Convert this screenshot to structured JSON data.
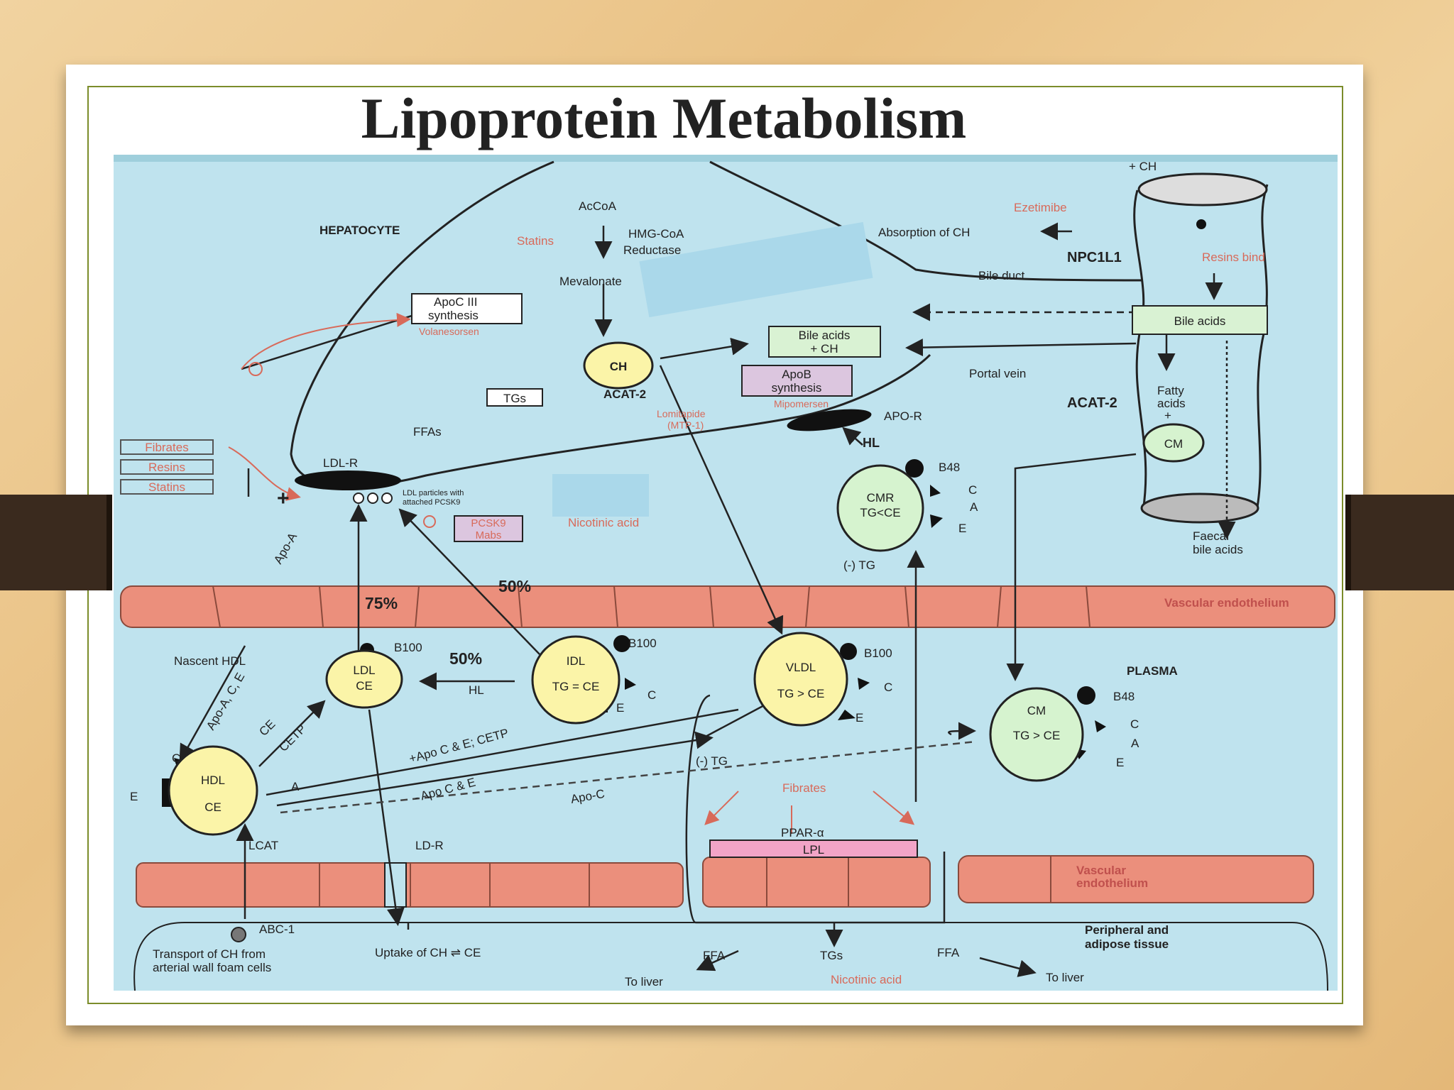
{
  "title": "Lipoprotein Metabolism",
  "colors": {
    "diagram_bg": "#bfe3ee",
    "endothelium": "#eb8f7c",
    "yellow_node": "#fbf4a8",
    "green_node": "#d6f3cf",
    "box_green": "#d9f2d3",
    "box_purple": "#dcc6df",
    "box_pink": "#f2a4c7",
    "highlight_blue": "#aad8ea",
    "red_text": "#d86a5a"
  },
  "diagram": {
    "hepatocyte": "HEPATOCYTE",
    "acoa": "AcCoA",
    "hmg_coa": "HMG-CoA",
    "reductase": "Reductase",
    "statins_drug": "Statins",
    "mevalonate": "Mevalonate",
    "apoc3_line1": "ApoC III",
    "apoc3_line2": "synthesis",
    "volanesorsen": "Volanesorsen",
    "ch": "CH",
    "acat2": "ACAT-2",
    "tgs": "TGs",
    "ffas": "FFAs",
    "bile_ch_line1": "Bile acids",
    "bile_ch_line2": "+ CH",
    "apob_line1": "ApoB",
    "apob_line2": "synthesis",
    "mipomersen": "Mipomersen",
    "lomitapide": "Lomitapide",
    "mtp1": "(MTP-1)",
    "ezetimibe": "Ezetimibe",
    "absorption_ch": "Absorption of CH",
    "npc1l1": "NPC1L1",
    "bile_duct": "Bile duct",
    "plus_ch": "+ CH",
    "resins_bind": "Resins bind",
    "bile_acids": "Bile acids",
    "portal_vein": "Portal vein",
    "acat2_intestine": "ACAT-2",
    "fatty_acids_line1": "Fatty",
    "fatty_acids_line2": "acids",
    "fatty_plus": "+",
    "cm": "CM",
    "apo_r": "APO-R",
    "hl_liver": "HL",
    "b48_cmr": "B48",
    "cmr_line1": "CMR",
    "cmr_line2": "TG<CE",
    "apo_c": "C",
    "apo_a": "A",
    "apo_e": "E",
    "faecal_line1": "Faecal",
    "faecal_line2": "bile acids",
    "fibrates_side": "Fibrates",
    "resins_side": "Resins",
    "statins_side": "Statins",
    "ldl_r": "LDL-R",
    "ldl_particles_line1": "LDL particles with",
    "ldl_particles_line2": "attached PCSK9",
    "pcsk9_line1": "PCSK9",
    "pcsk9_line2": "Mabs",
    "nicotinic_upper": "Nicotinic acid",
    "apo_a_diag": "Apo-A",
    "minus_tg": "(-) TG",
    "pct_75": "75%",
    "pct_50_top": "50%",
    "pct_50_mid": "50%",
    "endothelium_top": "Vascular endothelium",
    "nascent_hdl": "Nascent HDL",
    "b100_ldl": "B100",
    "ldl_line1": "LDL",
    "ldl_line2": "CE",
    "b100_idl": "B100",
    "idl_line1": "IDL",
    "idl_line2": "TG = CE",
    "hl_plasma": "HL",
    "b100_vldl": "B100",
    "vldl_line1": "VLDL",
    "vldl_line2": "TG > CE",
    "plasma": "PLASMA",
    "b48_cm": "B48",
    "cm_plasma_line1": "CM",
    "cm_plasma_line2": "TG > CE",
    "apo_ace": "Apo-A, C, E",
    "ce": "CE",
    "cetp": "CETP",
    "plus_apoc": "+Apo C & E; CETP",
    "minus_apoc": "- Apo C & E",
    "apo_c_label": "Apo-C",
    "minus_tg_plasma": "(-) TG",
    "hdl_line1": "HDL",
    "hdl_line2": "CE",
    "fibrates_lower": "Fibrates",
    "ppar": "PPAR-α",
    "lpl": "LPL",
    "lcat": "LCAT",
    "ld_r": "LD-R",
    "endothelium_bottom_line1": "Vascular",
    "endothelium_bottom_line2": "endothelium",
    "abc1": "ABC-1",
    "transport_line1": "Transport of CH from",
    "transport_line2": "arterial wall foam cells",
    "uptake": "Uptake of CH ⇌ CE",
    "ffa_left": "FFA",
    "tgs_bottom": "TGs",
    "ffa_right": "FFA",
    "to_liver_left": "To liver",
    "to_liver_right": "To liver",
    "nicotinic_lower": "Nicotinic acid",
    "peripheral_line1": "Peripheral and",
    "peripheral_line2": "adipose tissue"
  }
}
